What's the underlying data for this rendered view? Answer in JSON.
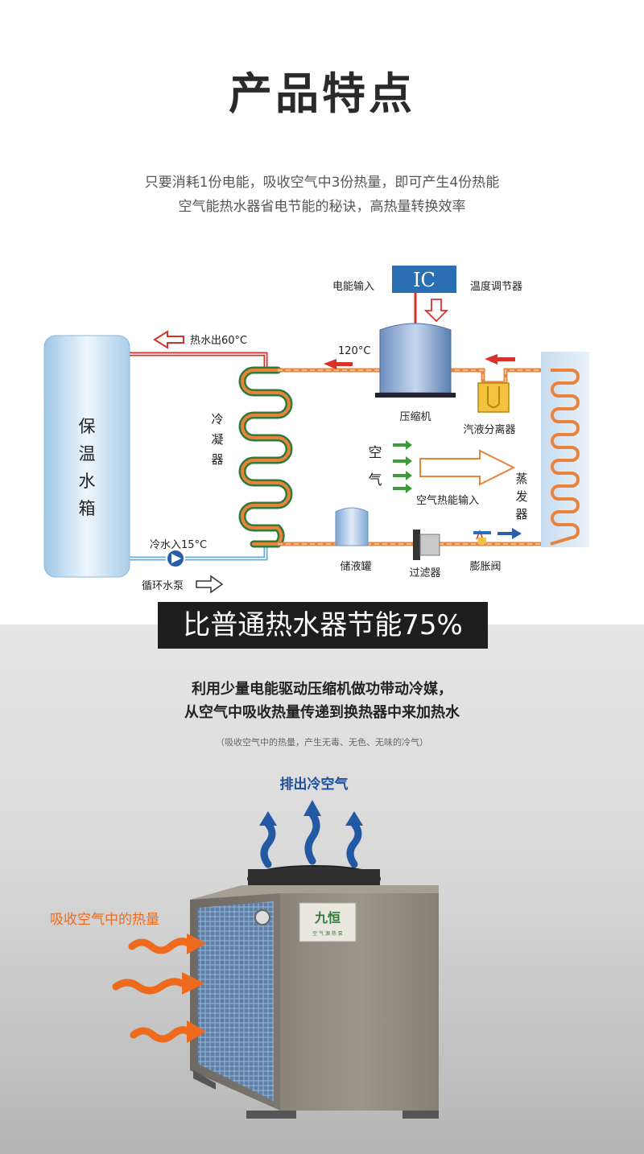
{
  "heading": "产品特点",
  "intro_line1": "只要消耗1份电能，吸收空气中3份热量，即可产生4份热能",
  "intro_line2": "空气能热水器省电节能的秘诀，高热量转换效率",
  "diagram": {
    "tank_label": [
      "保",
      "温",
      "水",
      "箱"
    ],
    "hot_out": "热水出60°C",
    "condenser_label": [
      "冷",
      "凝",
      "器"
    ],
    "cold_in": "冷水入15°C",
    "pump": "循环水泵",
    "ic_label": "IC",
    "power_input": "电能输入",
    "thermostat": "温度调节器",
    "temp_120": "120°C",
    "compressor": "压缩机",
    "separator": "汽液分离器",
    "air_label": [
      "空",
      "气"
    ],
    "air_heat_input": "空气热能输入",
    "evaporator_label": [
      "蒸",
      "发",
      "器"
    ],
    "receiver": "储液罐",
    "filter": "过滤器",
    "expansion_valve": "膨胀阀"
  },
  "banner": "比普通热水器节能75%",
  "desc_line1": "利用少量电能驱动压缩机做功带动冷媒，",
  "desc_line2": "从空气中吸收热量传递到换热器中来加热水",
  "note": "（吸收空气中的热量，产生无毒、无色、无味的冷气）",
  "unit": {
    "exhaust_label": "排出冷空气",
    "absorb_label": "吸收空气中的热量",
    "brand": "九恒",
    "brand_sub": "空 气 源 热 泵"
  },
  "colors": {
    "hot_pipe": "#d8312b",
    "cold_pipe": "#6aaad8",
    "refrigerant_pipe": "#e9833a",
    "blue_arrow": "#2a5fa8",
    "orange_heat": "#ee6a1c",
    "green_arrow": "#3c9a3c",
    "banner_bg": "#1e1e1e"
  }
}
